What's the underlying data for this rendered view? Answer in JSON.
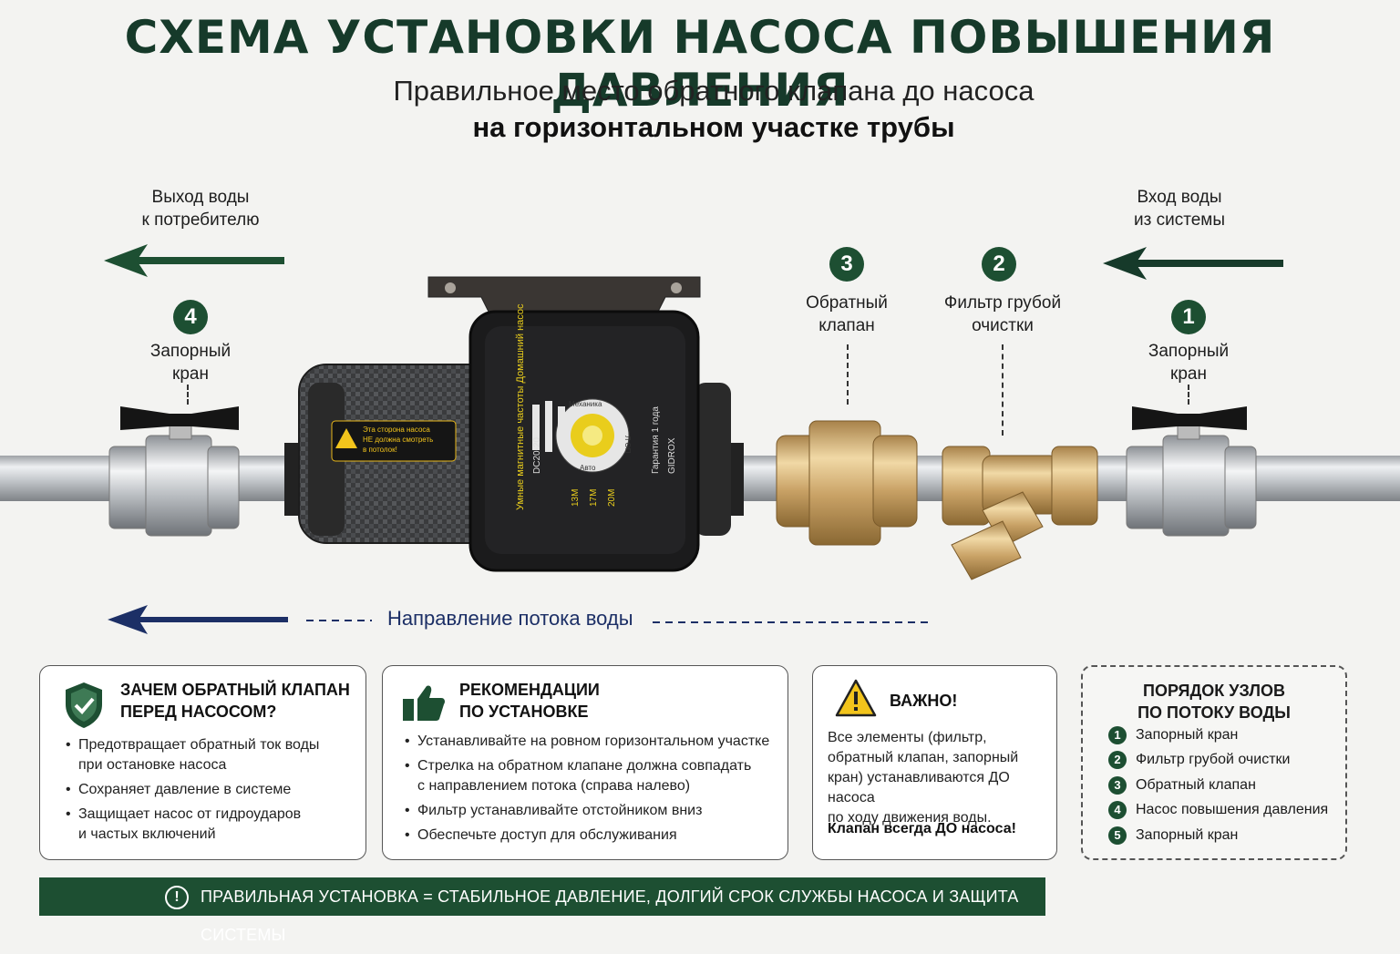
{
  "title": "СХЕМА УСТАНОВКИ НАСОСА ПОВЫШЕНИЯ ДАВЛЕНИЯ",
  "subtitle_line1": "Правильное место обратного клапана до насоса",
  "subtitle_line2": "на горизонтальном участке трубы",
  "outlet": {
    "line1": "Выход воды",
    "line2": "к потребителю"
  },
  "inlet": {
    "line1": "Вход воды",
    "line2": "из системы"
  },
  "components": [
    {
      "num": "4",
      "line1": "Запорный",
      "line2": "кран"
    },
    {
      "num": "3",
      "line1": "Обратный",
      "line2": "клапан"
    },
    {
      "num": "2",
      "line1": "Фильтр грубой",
      "line2": "очистки"
    },
    {
      "num": "1",
      "line1": "Запорный",
      "line2": "кран"
    }
  ],
  "pump": {
    "warning": [
      "Эта сторона насоса",
      "НЕ должна смотреть",
      "в потолок!"
    ],
    "brand": "GIDROX",
    "warranty": "Гарантия 1 года",
    "model": "DC20-20",
    "name": "Умные магнитные частоты Домашний насос",
    "mode_labels": [
      "Механика",
      "Л ОП",
      "Авто"
    ],
    "specs": [
      "13М",
      "17М",
      "20М"
    ]
  },
  "flow_label": "Направление потока воды",
  "colors": {
    "brand_green": "#1d4f32",
    "flow_blue": "#1c2f66",
    "warning_yellow": "#f2c41c"
  },
  "cards": {
    "why": {
      "icon": "shield-check-icon",
      "heading": [
        "ЗАЧЕМ ОБРАТНЫЙ КЛАПАН",
        "ПЕРЕД НАСОСОМ?"
      ],
      "items": [
        [
          "Предотвращает обратный ток воды",
          "при остановке насоса"
        ],
        [
          "Сохраняет давление в системе"
        ],
        [
          "Защищает насос от гидроударов",
          "и частых включений"
        ]
      ]
    },
    "recommend": {
      "icon": "thumbs-up-icon",
      "heading": [
        "РЕКОМЕНДАЦИИ",
        "ПО УСТАНОВКЕ"
      ],
      "items": [
        [
          "Устанавливайте на ровном горизонтальном участке"
        ],
        [
          "Стрелка на обратном клапане должна совпадать",
          "с направлением потока (справа налево)"
        ],
        [
          "Фильтр устанавливайте отстойником вниз"
        ],
        [
          "Обеспечьте доступ для обслуживания"
        ]
      ]
    },
    "important": {
      "icon": "warning-triangle-icon",
      "heading": "ВАЖНО!",
      "body": [
        "Все элементы (фильтр,",
        "обратный клапан, запорный",
        "кран) устанавливаются ДО насоса",
        "по ходу движения воды."
      ],
      "emphasis": "Клапан всегда ДО насоса!"
    }
  },
  "order": {
    "heading": [
      "ПОРЯДОК УЗЛОВ",
      "ПО ПОТОКУ ВОДЫ"
    ],
    "items": [
      {
        "num": "1",
        "label": "Запорный кран"
      },
      {
        "num": "2",
        "label": "Фильтр грубой очистки"
      },
      {
        "num": "3",
        "label": "Обратный клапан"
      },
      {
        "num": "4",
        "label": "Насос повышения давления"
      },
      {
        "num": "5",
        "label": "Запорный кран"
      }
    ]
  },
  "footer": "ПРАВИЛЬНАЯ УСТАНОВКА = СТАБИЛЬНОЕ ДАВЛЕНИЕ, ДОЛГИЙ СРОК СЛУЖБЫ НАСОСА И ЗАЩИТА СИСТЕМЫ",
  "footer_icon": "info-circle-icon"
}
